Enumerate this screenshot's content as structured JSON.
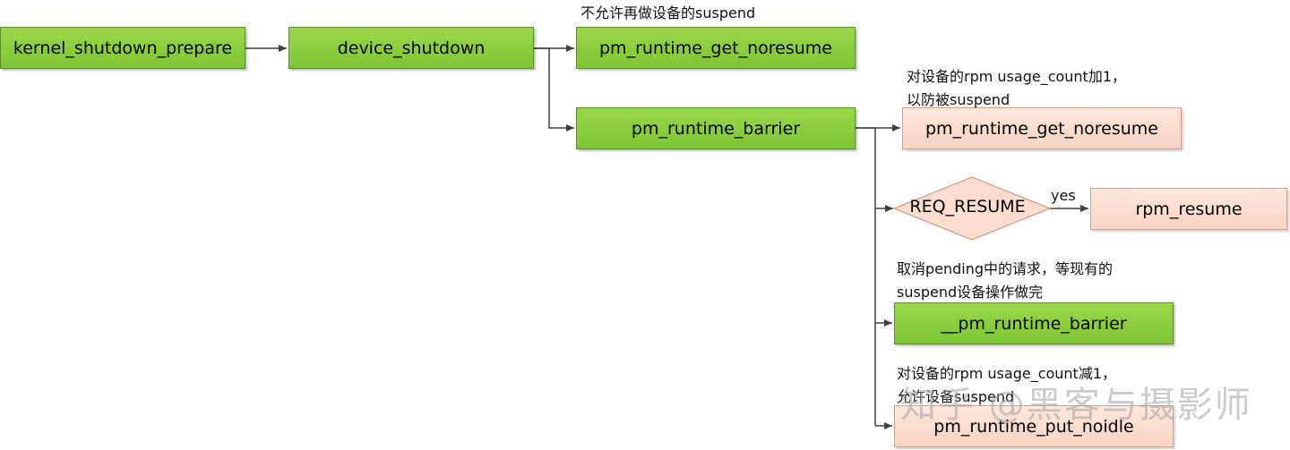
{
  "nodes": {
    "kernel_shutdown_prepare": "kernel_shutdown_prepare",
    "device_shutdown": "device_shutdown",
    "pm_runtime_get_noresume_1": "pm_runtime_get_noresume",
    "pm_runtime_barrier": "pm_runtime_barrier",
    "pm_runtime_get_noresume_2": "pm_runtime_get_noresume",
    "req_resume": "REQ_RESUME",
    "rpm_resume": "rpm_resume",
    "pm_runtime_barrier_inner": "__pm_runtime_barrier",
    "pm_runtime_put_noidle": "pm_runtime_put_noidle"
  },
  "edge_labels": {
    "yes": "yes"
  },
  "notes": {
    "no_suspend": "不允许再做设备的suspend",
    "inc_usage_line1": "对设备的rpm usage_count加1，",
    "inc_usage_line2": "以防被suspend",
    "cancel_pending_line1": "取消pending中的请求，等现有的",
    "cancel_pending_line2": "suspend设备操作做完",
    "dec_usage_line1": "对设备的rpm usage_count减1，",
    "dec_usage_line2": "允许设备suspend"
  },
  "watermark": "知乎 @黑客与摄影师",
  "colors": {
    "green_box": "#8acf3e",
    "peach_box": "#fbdccf",
    "arrow": "#404040"
  }
}
